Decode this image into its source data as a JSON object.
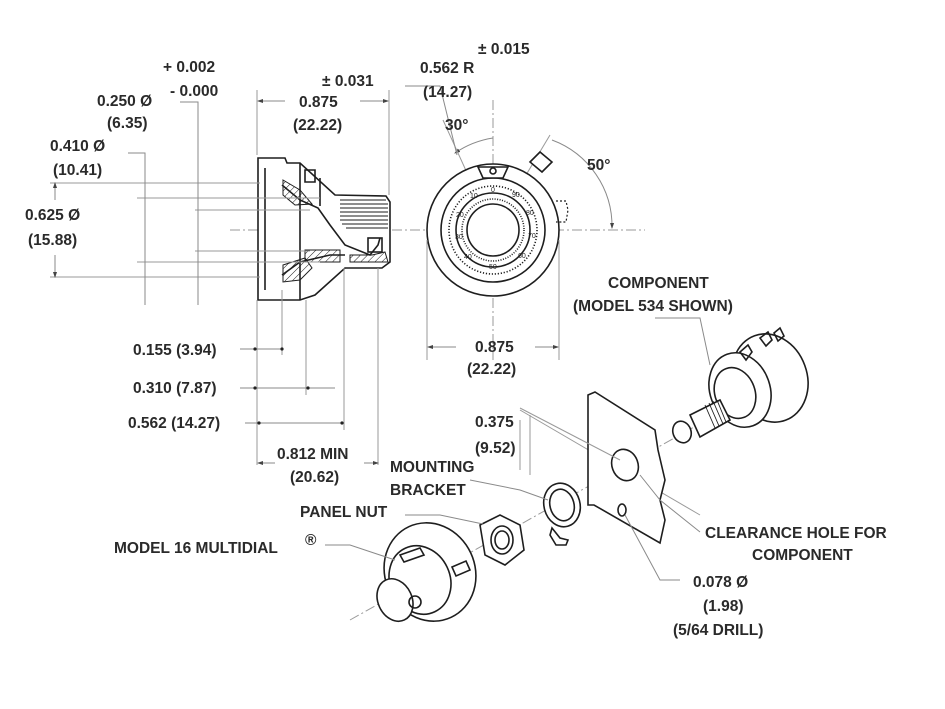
{
  "diagram": {
    "title_component": "MODEL 16 MULTIDIAL",
    "registered_mark": "®",
    "side_view": {
      "shaft_dia": {
        "value": "0.250 Ø",
        "metric": "(6.35)",
        "tol_plus": "+ 0.002",
        "tol_minus": "- 0.000"
      },
      "inner_dia": {
        "value": "0.410 Ø",
        "metric": "(10.41)"
      },
      "outer_dia": {
        "value": "0.625 Ø",
        "metric": "(15.88)"
      },
      "length": {
        "value": "0.875",
        "metric": "(22.22)",
        "tol": "± 0.031"
      },
      "depth_1": "0.155 (3.94)",
      "depth_2": "0.310 (7.87)",
      "depth_3": "0.562 (14.27)",
      "min_length": {
        "value": "0.812 MIN",
        "metric": "(20.62)"
      }
    },
    "front_view": {
      "radius": {
        "value": "0.562 R",
        "metric": "(14.27)",
        "tol": "± 0.015"
      },
      "angle_a": "30°",
      "angle_b": "50°",
      "diameter": {
        "value": "0.875",
        "metric": "(22.22)"
      },
      "dial_numbers": [
        "0",
        "10",
        "20",
        "30",
        "40",
        "50",
        "60",
        "70",
        "80",
        "90"
      ]
    },
    "exploded_view": {
      "component_label": "COMPONENT",
      "component_sublabel": "(MODEL 534 SHOWN)",
      "mounting_bracket": [
        "MOUNTING",
        "BRACKET"
      ],
      "panel_nut": "PANEL NUT",
      "offset": {
        "value": "0.375",
        "metric": "(9.52)"
      },
      "clearance_hole": [
        "CLEARANCE HOLE FOR",
        "COMPONENT"
      ],
      "drill_hole": {
        "value": "0.078 Ø",
        "metric": "(1.98)",
        "drill": "(5/64 DRILL)"
      }
    }
  }
}
